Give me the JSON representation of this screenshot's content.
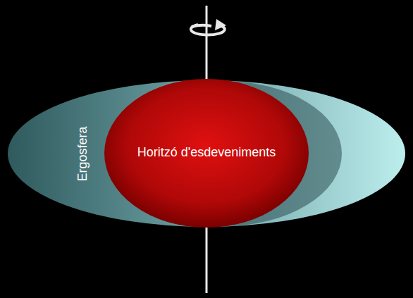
{
  "diagram": {
    "nodes": [
      {
        "text": [
          "Ergosfera"
        ]
      },
      {
        "text": [
          "Horitzó d'esdeveniments"
        ],
        "in": 0
      }
    ]
  }
}
